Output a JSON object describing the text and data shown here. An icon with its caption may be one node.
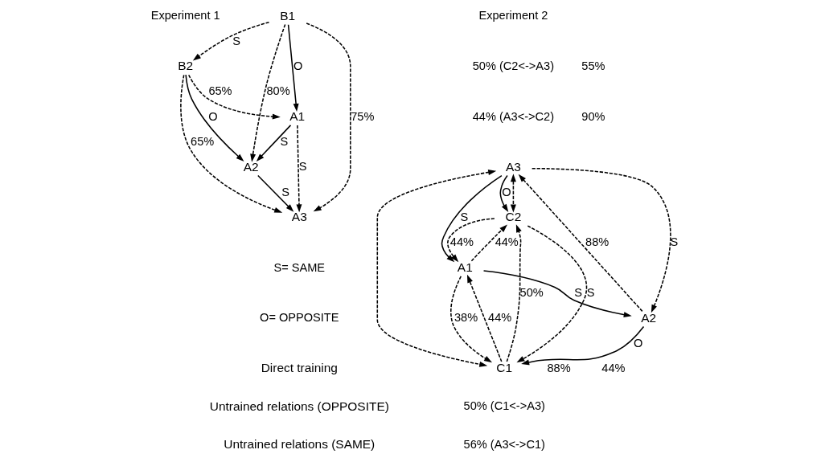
{
  "diagram": {
    "nodes": [
      {
        "text": [
          "A2"
        ]
      },
      {
        "text": [
          "B2"
        ]
      },
      {
        "text": [
          "A3"
        ]
      },
      {
        "text": [
          "A1"
        ]
      },
      {
        "text": [
          "B1"
        ]
      },
      {
        "text": [
          "A3"
        ]
      },
      {
        "text": [
          "C2"
        ]
      },
      {
        "text": [
          "A1"
        ]
      },
      {
        "text": [
          "A2"
        ]
      },
      {
        "text": [
          "C1"
        ]
      }
    ],
    "edges": [
      {
        "from": 1,
        "to": 0,
        "arrow": "to",
        "label": "O"
      },
      {
        "from": 0,
        "to": 2,
        "arrow": "to",
        "label": "S"
      },
      {
        "from": 3,
        "to": 0,
        "arrow": "to",
        "label": "S"
      },
      {
        "from": 4,
        "to": 3,
        "arrow": "to",
        "label": "O"
      },
      {
        "from": 4,
        "to": 1,
        "arrow": "to",
        "label": "S",
        "style": "dashed"
      },
      {
        "from": 3,
        "to": 2,
        "arrow": "to",
        "label": "S",
        "style": "dashed"
      },
      {
        "from": 4,
        "to": 0,
        "arrow": "to",
        "label": "80%",
        "style": "dashed"
      },
      {
        "from": 1,
        "to": 3,
        "arrow": "to",
        "label": "65%",
        "style": "dashed"
      },
      {
        "from": 1,
        "to": 2,
        "arrow": "to",
        "label": "65%",
        "style": "dashed"
      },
      {
        "from": 4,
        "to": 2,
        "arrow": "to",
        "label": "75%",
        "style": "dashed"
      },
      {
        "from": 5,
        "to": 6,
        "arrow": "to",
        "label": "O"
      },
      {
        "from": 5,
        "to": 7,
        "arrow": "to",
        "label": "S"
      },
      {
        "from": 7,
        "to": 8,
        "arrow": "to",
        "label": "S"
      },
      {
        "from": 8,
        "to": 9,
        "arrow": "to",
        "label": "O"
      },
      {
        "from": 5,
        "to": 8,
        "arrow": "to",
        "label": "S",
        "style": "dashed"
      },
      {
        "from": 8,
        "to": 5,
        "arrow": "to",
        "label": "88%",
        "style": "dashed"
      },
      {
        "from": 9,
        "to": 6,
        "arrow": "to",
        "label": "50%",
        "style": "dashed"
      },
      {
        "from": 6,
        "to": 9,
        "arrow": "to",
        "label": "S",
        "style": "dashed"
      },
      {
        "from": 6,
        "to": 7,
        "arrow": "to",
        "label": "44%",
        "style": "dashed"
      },
      {
        "from": 7,
        "to": 6,
        "arrow": "to",
        "label": "44%",
        "style": "dashed"
      },
      {
        "from": 9,
        "to": 7,
        "arrow": "to",
        "label": "44%",
        "style": "dashed"
      },
      {
        "from": 7,
        "to": 9,
        "arrow": "to",
        "label": "38%",
        "style": "dashed"
      },
      {
        "from": 5,
        "to": 6,
        "arrow": "both",
        "style": "dashed"
      },
      {
        "from": 5,
        "to": 9,
        "arrow": "both",
        "style": "dashed"
      }
    ],
    "labels": [
      "Experiment 1",
      "Experiment 2",
      "50% (C2<->A3)",
      "44% (A3<->C2)",
      "90%",
      "55%",
      "88%",
      "44%",
      "S= SAME",
      "O= OPPOSITE",
      "50% (C1<->A3)",
      "56% (A3<->C1)"
    ],
    "legend": [
      {
        "text": "Direct training"
      },
      {
        "text": "Untrained relations (OPPOSITE)"
      },
      {
        "text": "Untrained relations (SAME)"
      }
    ]
  }
}
